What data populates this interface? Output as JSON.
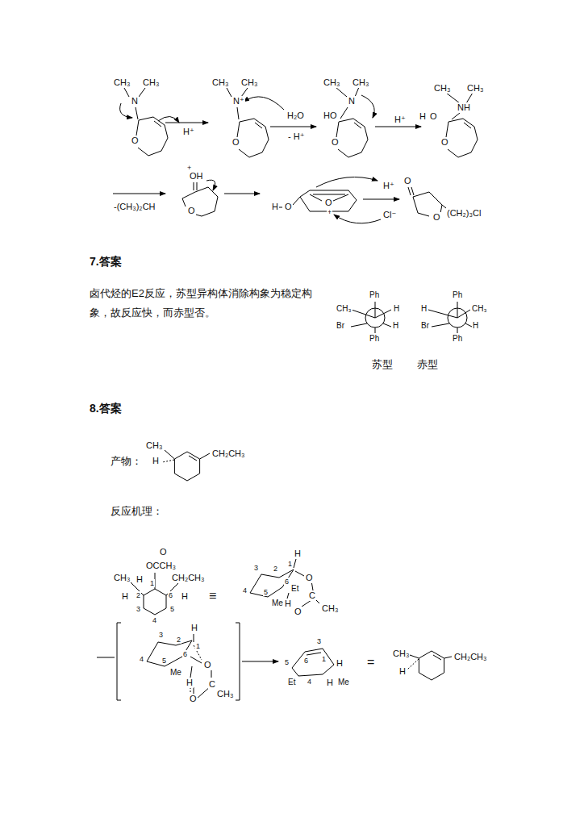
{
  "diagram": {
    "labels": [
      "CH₃",
      "CH₃",
      "N",
      "O",
      "H⁺",
      "CH₃",
      "CH₃",
      "N⁺",
      "O",
      "H₂O",
      "- H⁺",
      "CH₃",
      "CH₃",
      "N",
      "HO",
      "O",
      "H⁺",
      "CH₃",
      "CH₃",
      "NH",
      "H",
      "O",
      "O",
      "-(CH₃)₂CH",
      "+",
      "OH",
      "O",
      "H",
      "O",
      "O",
      "+",
      "H⁺",
      "Cl⁻",
      "O",
      "O",
      "(CH₂)₃Cl",
      "7.答案",
      "卤代烃的E2反应，苏型异构体消除构象为稳定构象，故反应快，而赤型否。",
      "Ph",
      "CH₃",
      "H",
      "Br",
      "H",
      "Ph",
      "Ph",
      "H",
      "CH₃",
      "Br",
      "H",
      "Ph",
      "苏型",
      "赤型",
      "8.答案",
      "CH₃",
      "产物：",
      "H",
      "CH₂CH₃",
      "反应机理：",
      "O",
      "OCCH₃",
      "CH₃",
      "H",
      "CH₂CH₃",
      "H",
      "2",
      "1",
      "6",
      "H",
      "3",
      "5",
      "4",
      "≡",
      "H",
      "3",
      "2",
      "1",
      "6",
      "4",
      "5",
      "Me",
      "Et",
      "O",
      "H",
      "O",
      "C",
      "CH₃",
      "3",
      "H",
      "2",
      "1",
      "4",
      "5",
      "Me",
      "6",
      "H",
      "O",
      "C",
      "O",
      "CH₃",
      "3",
      "5",
      "6",
      "1",
      "H",
      "Et",
      "4",
      "H",
      "Me",
      "=",
      "CH₃",
      "H",
      "CH₂CH₃"
    ]
  }
}
